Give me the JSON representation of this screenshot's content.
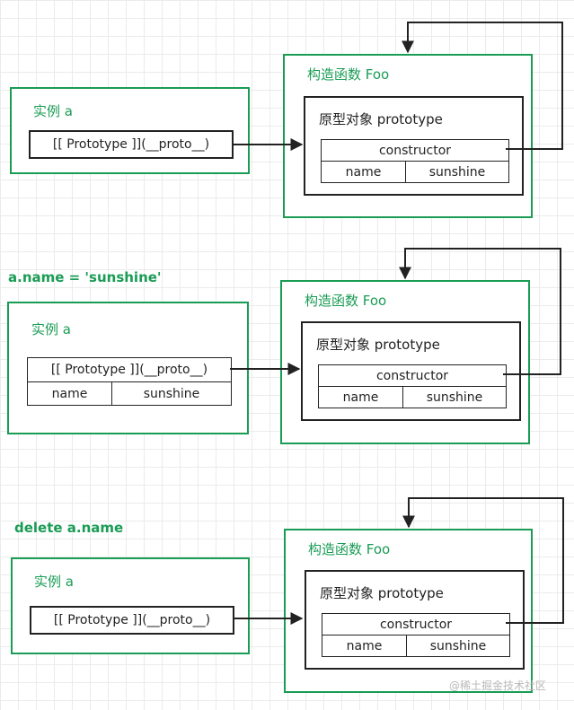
{
  "panels": [
    {
      "step_label": "",
      "instance": {
        "title": "实例 a",
        "proto_label": "[[ Prototype ]](__proto__)",
        "own_props": []
      },
      "constructor_box": {
        "title": "构造函数 Foo",
        "prototype_title": "原型对象  prototype",
        "constructor_label": "constructor",
        "prop_name": "name",
        "prop_value": "sunshine"
      }
    },
    {
      "step_label": "a.name = 'sunshine'",
      "instance": {
        "title": "实例 a",
        "proto_label": "[[ Prototype ]](__proto__)",
        "own_props": [
          {
            "name": "name",
            "value": "sunshine"
          }
        ]
      },
      "constructor_box": {
        "title": "构造函数 Foo",
        "prototype_title": "原型对象  prototype",
        "constructor_label": "constructor",
        "prop_name": "name",
        "prop_value": "sunshine"
      }
    },
    {
      "step_label": "delete  a.name",
      "instance": {
        "title": "实例 a",
        "proto_label": "[[ Prototype ]](__proto__)",
        "own_props": []
      },
      "constructor_box": {
        "title": "构造函数 Foo",
        "prototype_title": "原型对象  prototype",
        "constructor_label": "constructor",
        "prop_name": "name",
        "prop_value": "sunshine"
      }
    }
  ],
  "watermark": "@稀土掘金技术社区",
  "colors": {
    "accent": "#1a9c55",
    "line": "#222222"
  }
}
